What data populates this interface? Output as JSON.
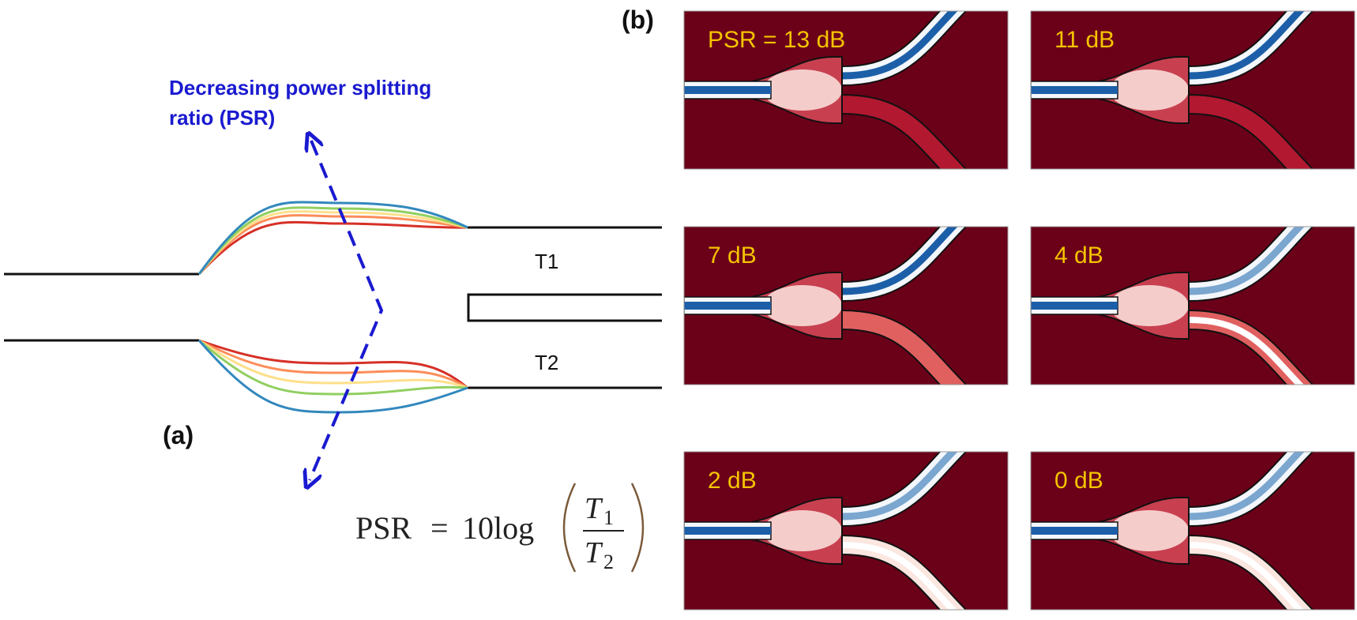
{
  "panels": {
    "a": {
      "label": "(a)"
    },
    "b": {
      "label": "(b)"
    }
  },
  "annotation": {
    "line1": "Decreasing power splitting",
    "line2": "ratio (PSR)",
    "color": "#1a1ad0"
  },
  "waveguide_labels": {
    "top": "T1",
    "bottom": "T2"
  },
  "equation": {
    "lhs": "PSR",
    "equals": "=",
    "coefficient": "10log",
    "numerator": "T",
    "numerator_sub": "1",
    "denominator": "T",
    "denominator_sub": "2"
  },
  "curve_colors": [
    "#d73027",
    "#fc8d59",
    "#fee08b",
    "#91cf60",
    "#3288bd"
  ],
  "simulations": [
    {
      "label": "PSR = 13 dB",
      "psr_db": 13
    },
    {
      "label": "11 dB",
      "psr_db": 11
    },
    {
      "label": "7 dB",
      "psr_db": 7
    },
    {
      "label": "4 dB",
      "psr_db": 4
    },
    {
      "label": "2 dB",
      "psr_db": 2
    },
    {
      "label": "0 dB",
      "psr_db": 0
    }
  ],
  "colors": {
    "field_background": "#6b0019",
    "label_text": "#f5c400"
  }
}
